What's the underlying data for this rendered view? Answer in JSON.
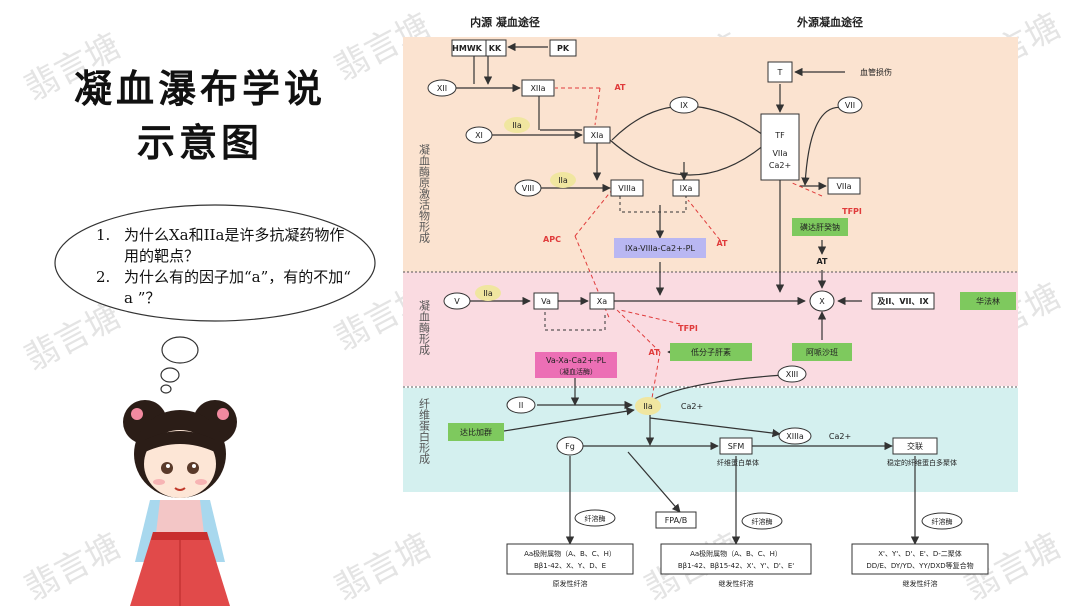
{
  "title": {
    "line1": "凝血瀑布学说",
    "line2": "示意图"
  },
  "watermark": "翡言塘",
  "questions": [
    {
      "num": "1.",
      "text": "为什么Xa和IIa是许多抗凝药物作用的靶点？"
    },
    {
      "num": "2.",
      "text": "为什么有的因子加“a”，有的不加“ a ”？"
    }
  ],
  "diagram": {
    "headers": {
      "intrinsic": "内源 凝血途径",
      "extrinsic": "外源凝血途径"
    },
    "band_labels": {
      "activator": "凝血酶原激活物形成",
      "thrombin": "凝血酶形成",
      "fibrin": "纤维蛋白形成"
    },
    "colors": {
      "peach": "#fbe3d0",
      "pink": "#fadbe1",
      "cyan": "#d4f0ef",
      "green": "#7ec95e",
      "magenta": "#ec6fb5",
      "lavender": "#b9b7f2",
      "yellow": "#f0e6a0",
      "red": "#e03b3b"
    },
    "nodes": {
      "hmwk": "HMWK",
      "kk": "KK",
      "pk": "PK",
      "xii": "XII",
      "xiia": "XIIa",
      "at1": "AT",
      "xi": "XI",
      "iia1": "IIa",
      "xia": "XIa",
      "ix": "IX",
      "viii": "VIII",
      "iia2": "IIa",
      "viiia": "VIIIa",
      "ixa": "IXa",
      "apc": "APC",
      "tenase": "IXa-VIIIa-Ca2+-PL",
      "at2": "AT",
      "t": "T",
      "injury": "血管损伤",
      "tf1": "TF",
      "tf2": "VIIa",
      "tf3": "Ca2+",
      "vii": "VII",
      "viia": "VIIa",
      "tfpi1": "TFPI",
      "fonda": "磺达肝癸钠",
      "at3": "AT",
      "v": "V",
      "iia3": "IIa",
      "va": "Va",
      "xa": "Xa",
      "x": "X",
      "factors": "及II、VII、IX",
      "warfarin": "华法林",
      "tfpi2": "TFPI",
      "prothrombinase1": "Va-Xa-Ca2+-PL",
      "prothrombinase2": "（凝血活酶）",
      "at4": "AT",
      "lmwh": "低分子肝素",
      "argatroban": "阿哌沙班",
      "xiii": "XIII",
      "ii": "II",
      "iia4": "IIa",
      "ca1": "Ca2+",
      "dabigatran": "达比加群",
      "fg": "Fg",
      "xiiia": "XIIIa",
      "ca2": "Ca2+",
      "sfm": "SFM",
      "sfm_label": "纤维蛋白单体",
      "crosslink": "交联",
      "crosslink_label": "稳定的纤维蛋白多聚体",
      "plasmin1": "纤溶酶",
      "plasmin2": "纤溶酶",
      "plasmin3": "纤溶酶",
      "fpab": "FPA/B",
      "prod1a": "Aa极附属物（A、B、C、H）",
      "prod1b": "Bβ1-42、X、Y、D、E",
      "prod1c": "原发性纤溶",
      "prod2a": "Aa极附属物（A、B、C、H）",
      "prod2b": "Bβ1-42、Bβ15-42、X'、Y'、D'、E'",
      "prod2c": "继发性纤溶",
      "prod3a": "X'、Y'、D'、E'、D-二聚体",
      "prod3b": "DD/E、DY/YD、YY/DXD等复合物",
      "prod3c": "继发性纤溶"
    }
  }
}
